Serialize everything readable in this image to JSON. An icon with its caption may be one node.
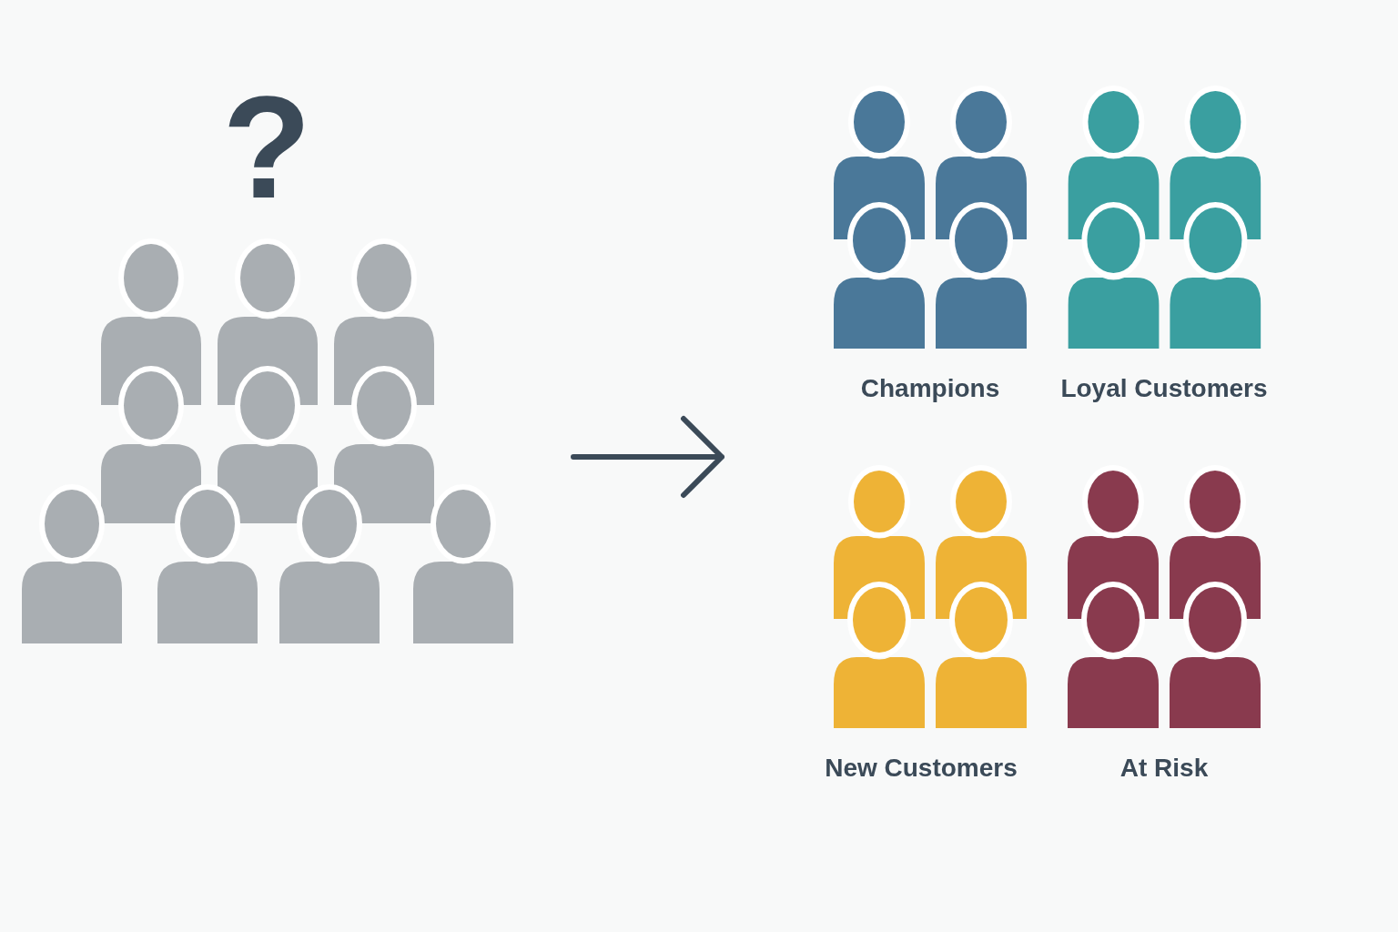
{
  "diagram": {
    "nodes": [
      {
        "text": [],
        "shape": "person",
        "beside": [
          "?"
        ]
      },
      {
        "text": [
          "Champions"
        ]
      },
      {
        "text": [
          "Loyal Customers"
        ]
      },
      {
        "text": [
          "New Customers"
        ]
      },
      {
        "text": [
          "At Risk"
        ]
      }
    ]
  }
}
